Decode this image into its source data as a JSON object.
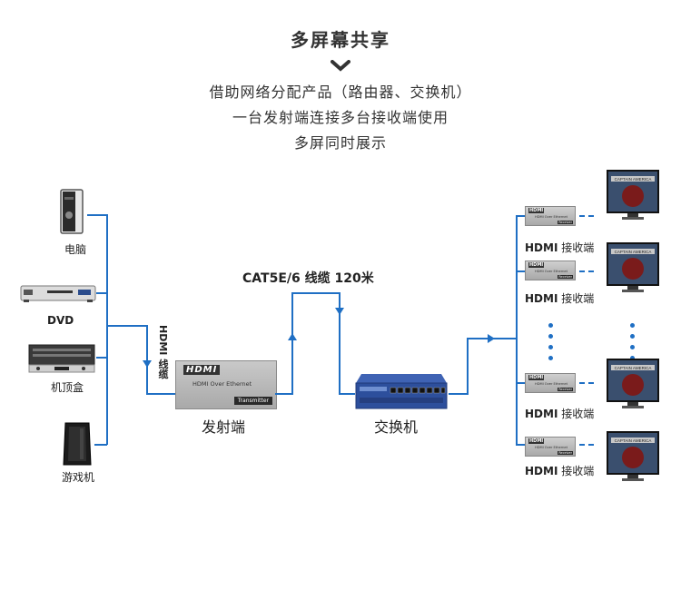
{
  "header": {
    "title": "多屏幕共享",
    "lines": [
      "借助网络分配产品（路由器、交换机）",
      "一台发射端连接多台接收端使用",
      "多屏同时展示"
    ]
  },
  "sources": [
    {
      "label": "电脑",
      "icon": "pc-tower-icon"
    },
    {
      "label": "DVD",
      "icon": "dvd-player-icon"
    },
    {
      "label": "机顶盒",
      "icon": "set-top-box-icon"
    },
    {
      "label": "游戏机",
      "icon": "game-console-icon"
    }
  ],
  "hdmi_cable_label": "HDMI 线缆",
  "transmitter": {
    "label": "发射端",
    "brand": "HDMI",
    "model_text": "HDMI Over Ethernet",
    "tag": "Transmitter"
  },
  "cable_label": "CAT5E/6 线缆 120米",
  "switch": {
    "label": "交换机"
  },
  "receivers": [
    {
      "label_bold": "HDMI",
      "label": " 接收端"
    },
    {
      "label_bold": "HDMI",
      "label": " 接收端"
    },
    {
      "label_bold": "HDMI",
      "label": " 接收端"
    },
    {
      "label_bold": "HDMI",
      "label": " 接收端"
    }
  ],
  "receiver_box": {
    "brand": "HDMI",
    "model_text": "HDMI Over Ethernet",
    "tag": "Receiver"
  },
  "tv_screen_text": "CAPTAIN AMERICA",
  "colors": {
    "line": "#1f6fc4",
    "device_gray": "#b5b5b5",
    "switch_blue": "#2d4f9c"
  }
}
